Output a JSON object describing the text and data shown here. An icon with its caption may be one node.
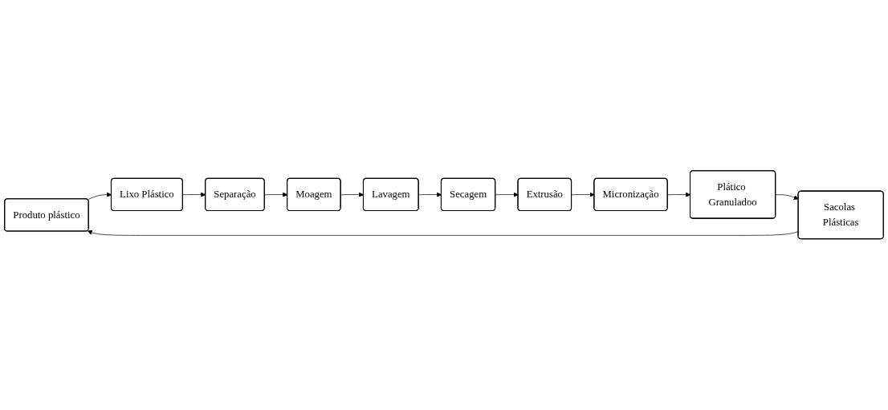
{
  "diagram": {
    "nodes": [
      {
        "text": [
          "Produto plástico"
        ]
      },
      {
        "text": [
          "Lixo Plástico"
        ]
      },
      {
        "text": [
          "Separação"
        ]
      },
      {
        "text": [
          "Moagem"
        ]
      },
      {
        "text": [
          "Lavagem"
        ]
      },
      {
        "text": [
          "Secagem"
        ]
      },
      {
        "text": [
          "Extrusão"
        ]
      },
      {
        "text": [
          "Micronização"
        ]
      },
      {
        "text": [
          "Plático Granuladoo"
        ]
      },
      {
        "text": [
          "Sacolas Plásticas"
        ]
      }
    ],
    "edges": [
      {
        "from": 0,
        "to": 1,
        "arrow": "to"
      },
      {
        "from": 1,
        "to": 2,
        "arrow": "to"
      },
      {
        "from": 2,
        "to": 3,
        "arrow": "to"
      },
      {
        "from": 3,
        "to": 4,
        "arrow": "to"
      },
      {
        "from": 4,
        "to": 5,
        "arrow": "to"
      },
      {
        "from": 5,
        "to": 6,
        "arrow": "to"
      },
      {
        "from": 6,
        "to": 7,
        "arrow": "to"
      },
      {
        "from": 7,
        "to": 8,
        "arrow": "to"
      },
      {
        "from": 8,
        "to": 9,
        "arrow": "to"
      },
      {
        "from": 9,
        "to": 0,
        "arrow": "to"
      }
    ]
  }
}
